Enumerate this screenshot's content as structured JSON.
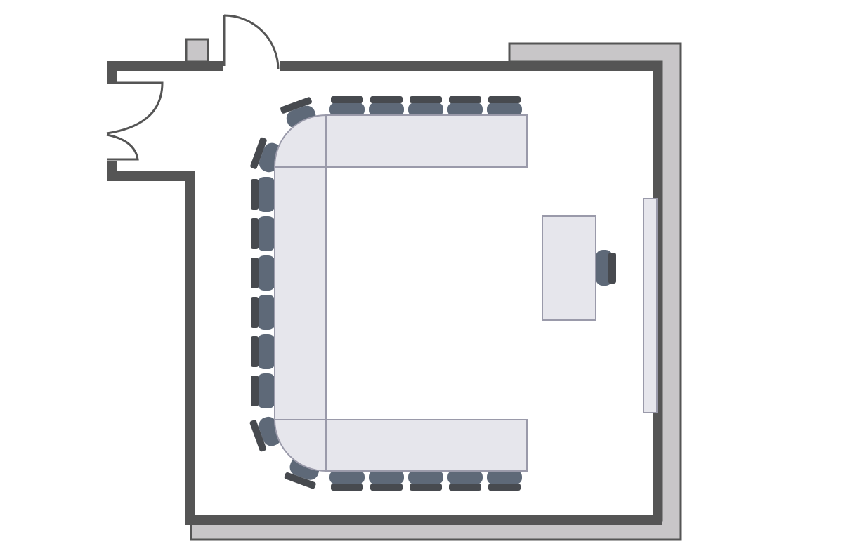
{
  "diagram": {
    "type": "floor-plan",
    "layout": "u-shape",
    "colors": {
      "wall": "#555555",
      "wall_shadow": "#c8c6c8",
      "table_fill": "#e6e6ec",
      "table_stroke": "#9a9aaa",
      "chair_seat": "#5e6978",
      "chair_back": "#474a4f",
      "screen_fill": "#e6e6ec"
    },
    "elements": [
      "entrance-door",
      "double-door",
      "wall-fixture",
      "u-shape-conference-table",
      "presenter-desk",
      "presentation-screen"
    ],
    "seating": {
      "top_row": 5,
      "bottom_row": 5,
      "left_column": 6,
      "corner_chairs": 4,
      "presenter": 1
    }
  }
}
